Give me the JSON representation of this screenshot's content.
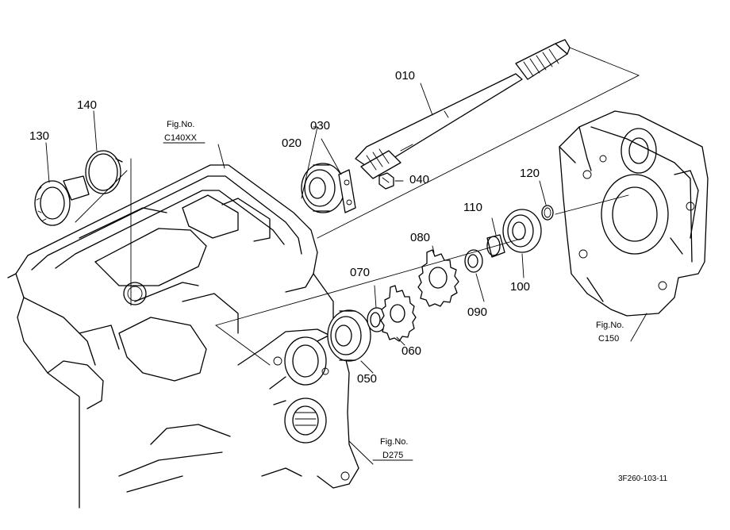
{
  "parts": {
    "p010": "010",
    "p020": "020",
    "p030": "030",
    "p040": "040",
    "p050": "050",
    "p060": "060",
    "p070": "070",
    "p080": "080",
    "p090": "090",
    "p100": "100",
    "p110": "110",
    "p120": "120",
    "p130": "130",
    "p140": "140"
  },
  "refs": {
    "c140": {
      "title": "Fig.No.",
      "code": "C140XX"
    },
    "c150": {
      "title": "Fig.No.",
      "code": "C150"
    },
    "d275": {
      "title": "Fig.No.",
      "code": "D275"
    }
  },
  "drawing_number": "3F260-103-11"
}
